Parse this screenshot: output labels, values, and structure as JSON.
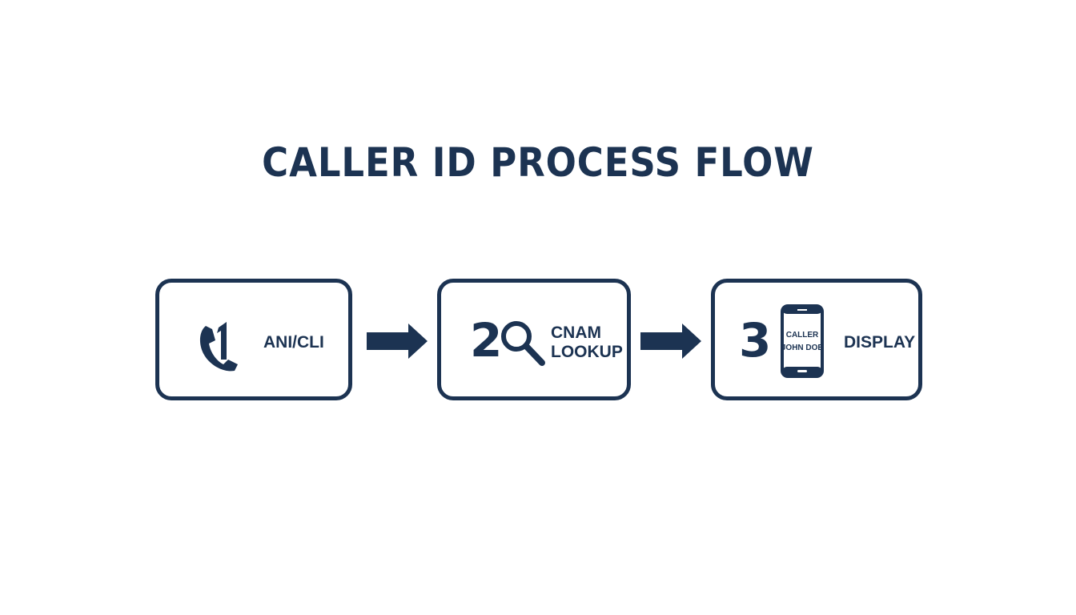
{
  "title": "CALLER ID PROCESS FLOW",
  "colors": {
    "primary": "#1c3352",
    "background": "#ffffff"
  },
  "steps": [
    {
      "number": "1",
      "label": "ANI/CLI",
      "icon": "phone-handset-icon"
    },
    {
      "number": "2",
      "label_line1": "CNAM",
      "label_line2": "LOOKUP",
      "icon": "magnifier-icon"
    },
    {
      "number": "3",
      "label": "DISPLAY",
      "icon": "smartphone-icon",
      "screen_line1": "CALLER",
      "screen_line2": "JOHN DOE"
    }
  ]
}
